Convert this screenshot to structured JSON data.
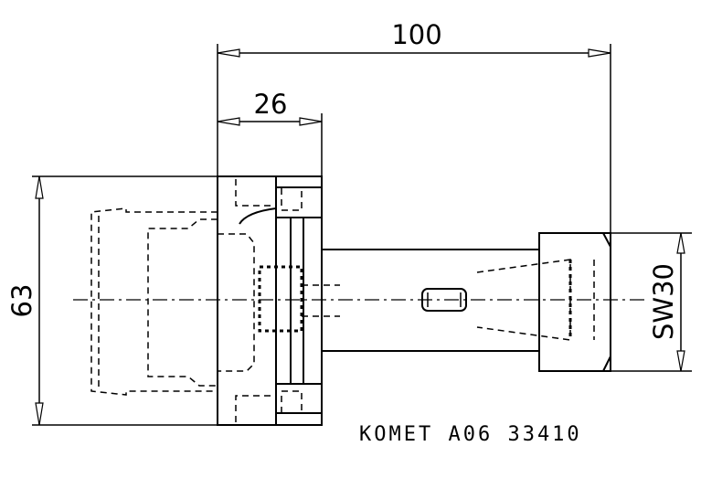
{
  "dimensions": {
    "overall_length": "100",
    "flange_length": "26",
    "diameter": "63",
    "wrench_size": "SW30"
  },
  "part_label": "KOMET A06 33410"
}
